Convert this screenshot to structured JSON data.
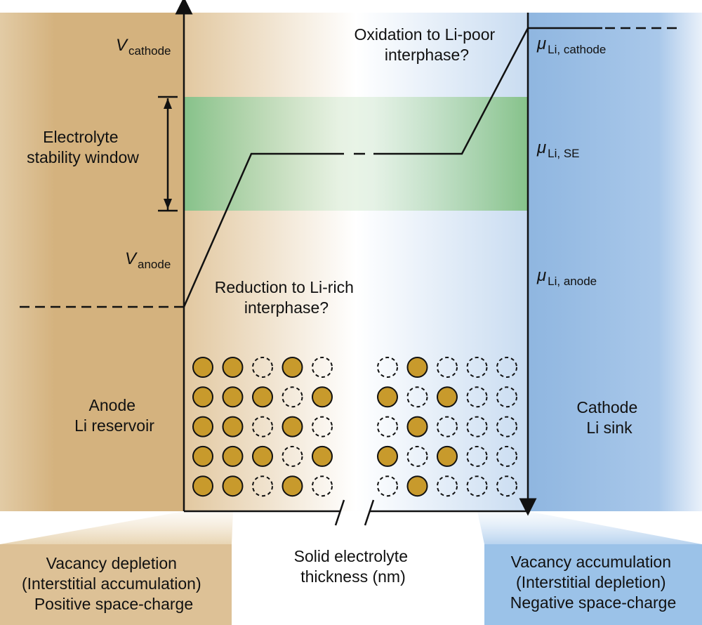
{
  "labels": {
    "v_cathode": {
      "symbol": "V",
      "subscript": "cathode"
    },
    "v_anode": {
      "symbol": "V",
      "subscript": "anode"
    },
    "mu_cathode": {
      "symbol": "μ",
      "subscript": "Li, cathode"
    },
    "mu_se": {
      "symbol": "μ",
      "subscript": "Li, SE"
    },
    "mu_anode": {
      "symbol": "μ",
      "subscript": "Li, anode"
    },
    "stability_window": [
      "Electrolyte",
      "stability window"
    ],
    "oxidation": [
      "Oxidation to Li-poor",
      "interphase?"
    ],
    "reduction": [
      "Reduction to Li-rich",
      "interphase?"
    ],
    "anode": [
      "Anode",
      "Li reservoir"
    ],
    "cathode": [
      "Cathode",
      "Li sink"
    ],
    "axis_x": [
      "Solid electrolyte",
      "thickness (nm)"
    ]
  },
  "boxes": {
    "left": [
      "Vacancy depletion",
      "(Interstitial accumulation)",
      "Positive space-charge"
    ],
    "right": [
      "Vacancy accumulation",
      "(Interstitial depletion)",
      "Negative space-charge"
    ]
  },
  "lattice": {
    "left_rows": [
      [
        1,
        1,
        0,
        1,
        0
      ],
      [
        1,
        1,
        1,
        0,
        1
      ],
      [
        1,
        1,
        0,
        1,
        0
      ],
      [
        1,
        1,
        1,
        0,
        1
      ],
      [
        1,
        1,
        0,
        1,
        0
      ]
    ],
    "right_rows": [
      [
        0,
        1,
        0,
        0,
        0
      ],
      [
        1,
        0,
        1,
        0,
        0
      ],
      [
        0,
        1,
        0,
        0,
        0
      ],
      [
        1,
        0,
        1,
        0,
        0
      ],
      [
        0,
        1,
        0,
        0,
        0
      ]
    ]
  },
  "colors": {
    "anode": "#d8b987",
    "cathode": "#8fb8e0",
    "window": "#8cc690",
    "atom": "#c89a2c",
    "left_box": "#ddc196",
    "right_box": "#9bc2e8"
  }
}
